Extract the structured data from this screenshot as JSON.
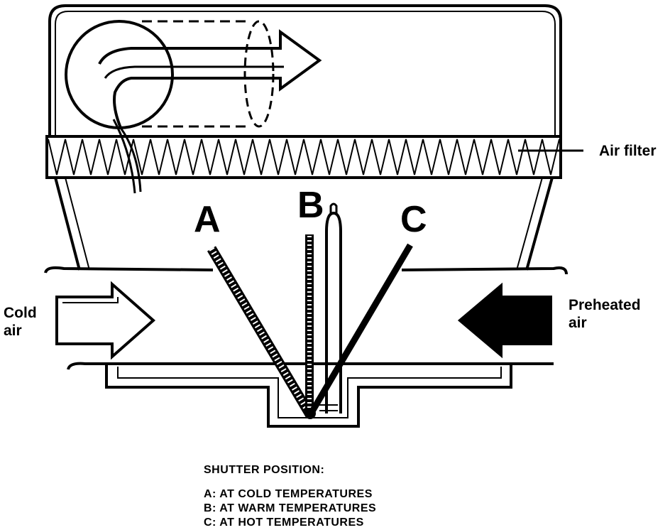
{
  "labels": {
    "air_filter": "Air filter",
    "cold_air_line1": "Cold",
    "cold_air_line2": "air",
    "preheated_line1": "Preheated",
    "preheated_line2": "air",
    "pos_a": "A",
    "pos_b": "B",
    "pos_c": "C"
  },
  "legend": {
    "title": "SHUTTER POSITION:",
    "items": [
      "A:  AT  COLD  TEMPERATURES",
      "B:  AT  WARM  TEMPERATURES",
      "C:  AT  HOT  TEMPERATURES"
    ]
  }
}
